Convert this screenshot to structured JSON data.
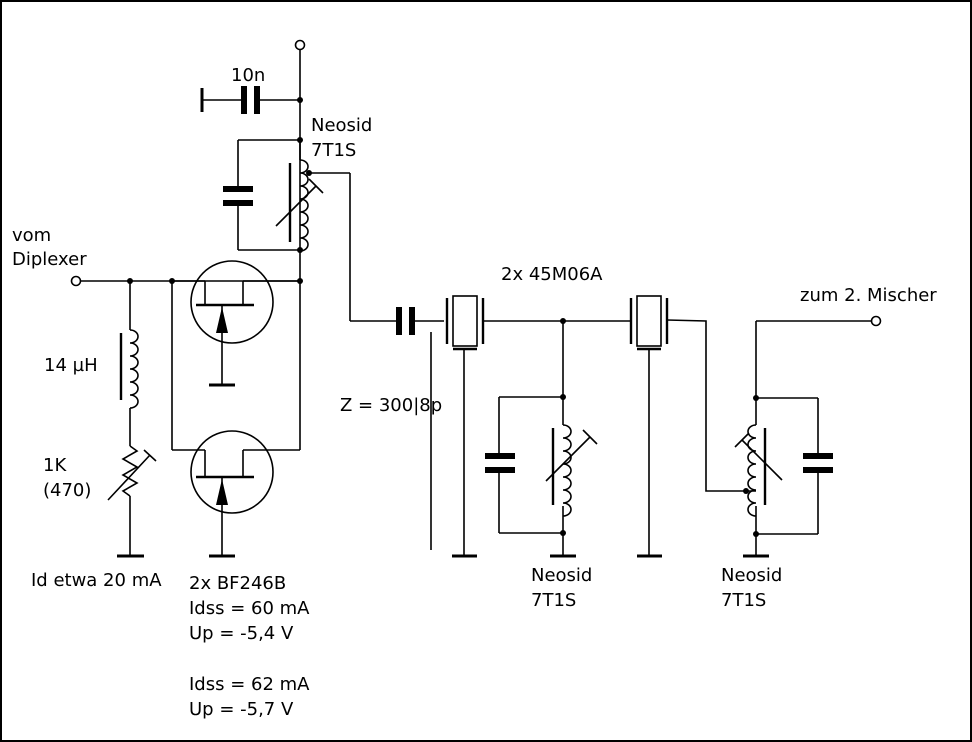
{
  "labels": {
    "cap_10n": "10n",
    "l1_name": "Neosid",
    "l1_type": "7T1S",
    "input_line1": "vom",
    "input_line2": "Diplexer",
    "crystals": "2x 45M06A",
    "output": "zum 2. Mischer",
    "inductor_value": "14 µH",
    "resistor_line1": "1K",
    "resistor_line2": "(470)",
    "impedance": "Z = 300|8p",
    "l2_name": "Neosid",
    "l2_type": "7T1S",
    "l3_name": "Neosid",
    "l3_type": "7T1S",
    "current": "Id etwa 20 mA",
    "fet_type": "2x BF246B",
    "idss_1": "Idss = 60 mA",
    "up_1": "Up = -5,4 V",
    "idss_2": "Idss = 62 mA",
    "up_2": "Up = -5,7 V"
  }
}
